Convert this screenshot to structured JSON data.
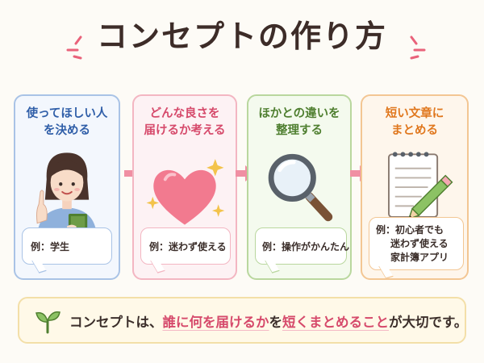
{
  "title": "コンセプトの作り方",
  "cards": [
    {
      "line1": "使ってほしい人",
      "line2": "を決める",
      "bubble": "例：学生",
      "color": "#2f5ea8",
      "border": "#a9c3e6",
      "bg": "#f3f7fd"
    },
    {
      "line1": "どんな良さを",
      "line2": "届けるか考える",
      "bubble": "例：迷わず使える",
      "color": "#d64a6b",
      "border": "#f3b6c2",
      "bg": "#fdf2f4"
    },
    {
      "line1": "ほかとの違いを",
      "line2": "整理する",
      "bubble": "例：操作がかんたん",
      "color": "#4f7f30",
      "border": "#b9d79e",
      "bg": "#f4faee"
    },
    {
      "line1": "短い文章に",
      "line2": "まとめる",
      "bubble_lines": [
        "例：初心者でも",
        "迷わず使える",
        "家計簿アプリ"
      ],
      "color": "#e0771d",
      "border": "#f3c693",
      "bg": "#fef6ec"
    }
  ],
  "footer": {
    "pre": "コンセプトは、",
    "highlight1": "誰に何を届けるか",
    "mid": "を",
    "highlight2": "短くまとめること",
    "post": "が大切です。"
  }
}
